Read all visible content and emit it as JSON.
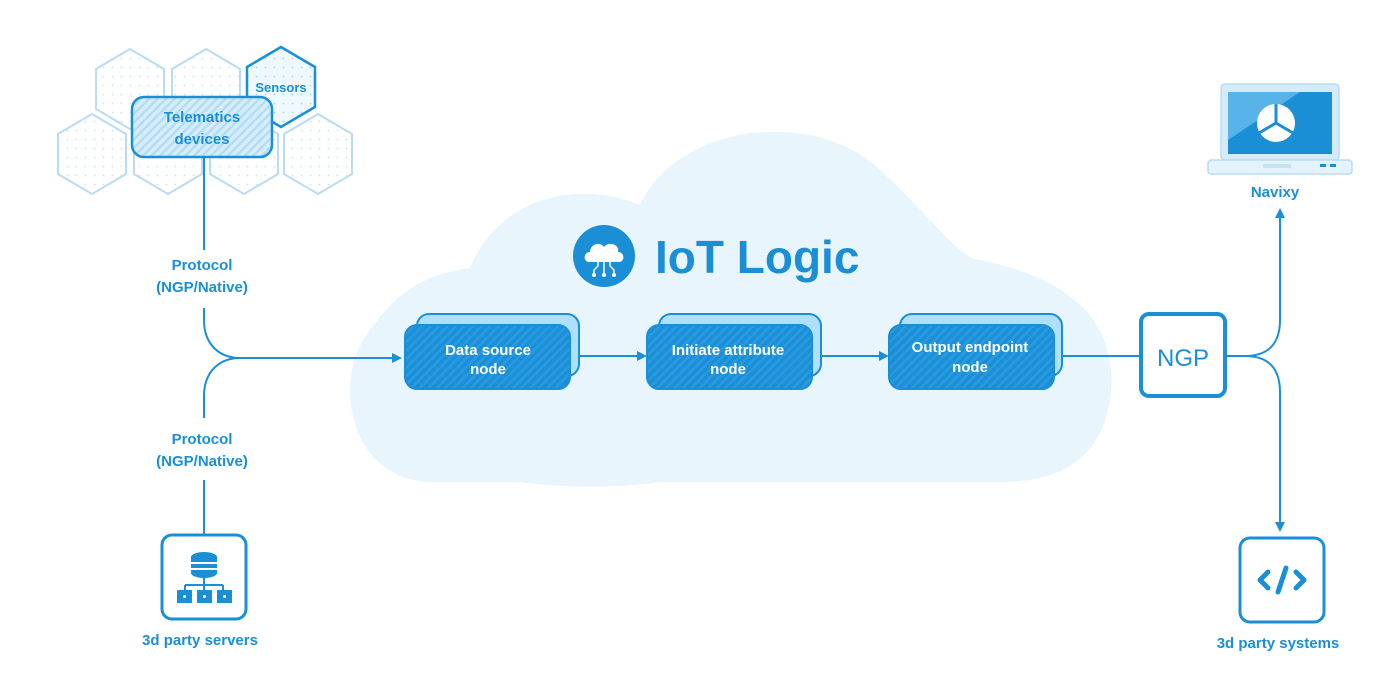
{
  "title": "IoT Logic",
  "sources": {
    "sensors_label": "Sensors",
    "telematics_label_line1": "Telematics",
    "telematics_label_line2": "devices",
    "protocol_top_line1": "Protocol",
    "protocol_top_line2": "(NGP/Native)",
    "protocol_bottom_line1": "Protocol",
    "protocol_bottom_line2": "(NGP/Native)",
    "servers_label": "3d party servers",
    "servers_icon": "database-network-icon"
  },
  "pipeline": {
    "nodes": [
      {
        "line1": "Data source",
        "line2": "node"
      },
      {
        "line1": "Initiate attribute",
        "line2": "node"
      },
      {
        "line1": "Output endpoint",
        "line2": "node"
      }
    ]
  },
  "outputs": {
    "ngp_label": "NGP",
    "navixy_label": "Navixy",
    "navixy_icon": "laptop-icon",
    "systems_label": "3d party systems",
    "systems_icon": "code-icon"
  },
  "colors": {
    "accent": "#1a8fd6",
    "cloud": "#e8f5fd",
    "node_fill": "#1a8fd6",
    "node_back": "#aee0fb",
    "hex_stroke": "#b9dcf2"
  }
}
